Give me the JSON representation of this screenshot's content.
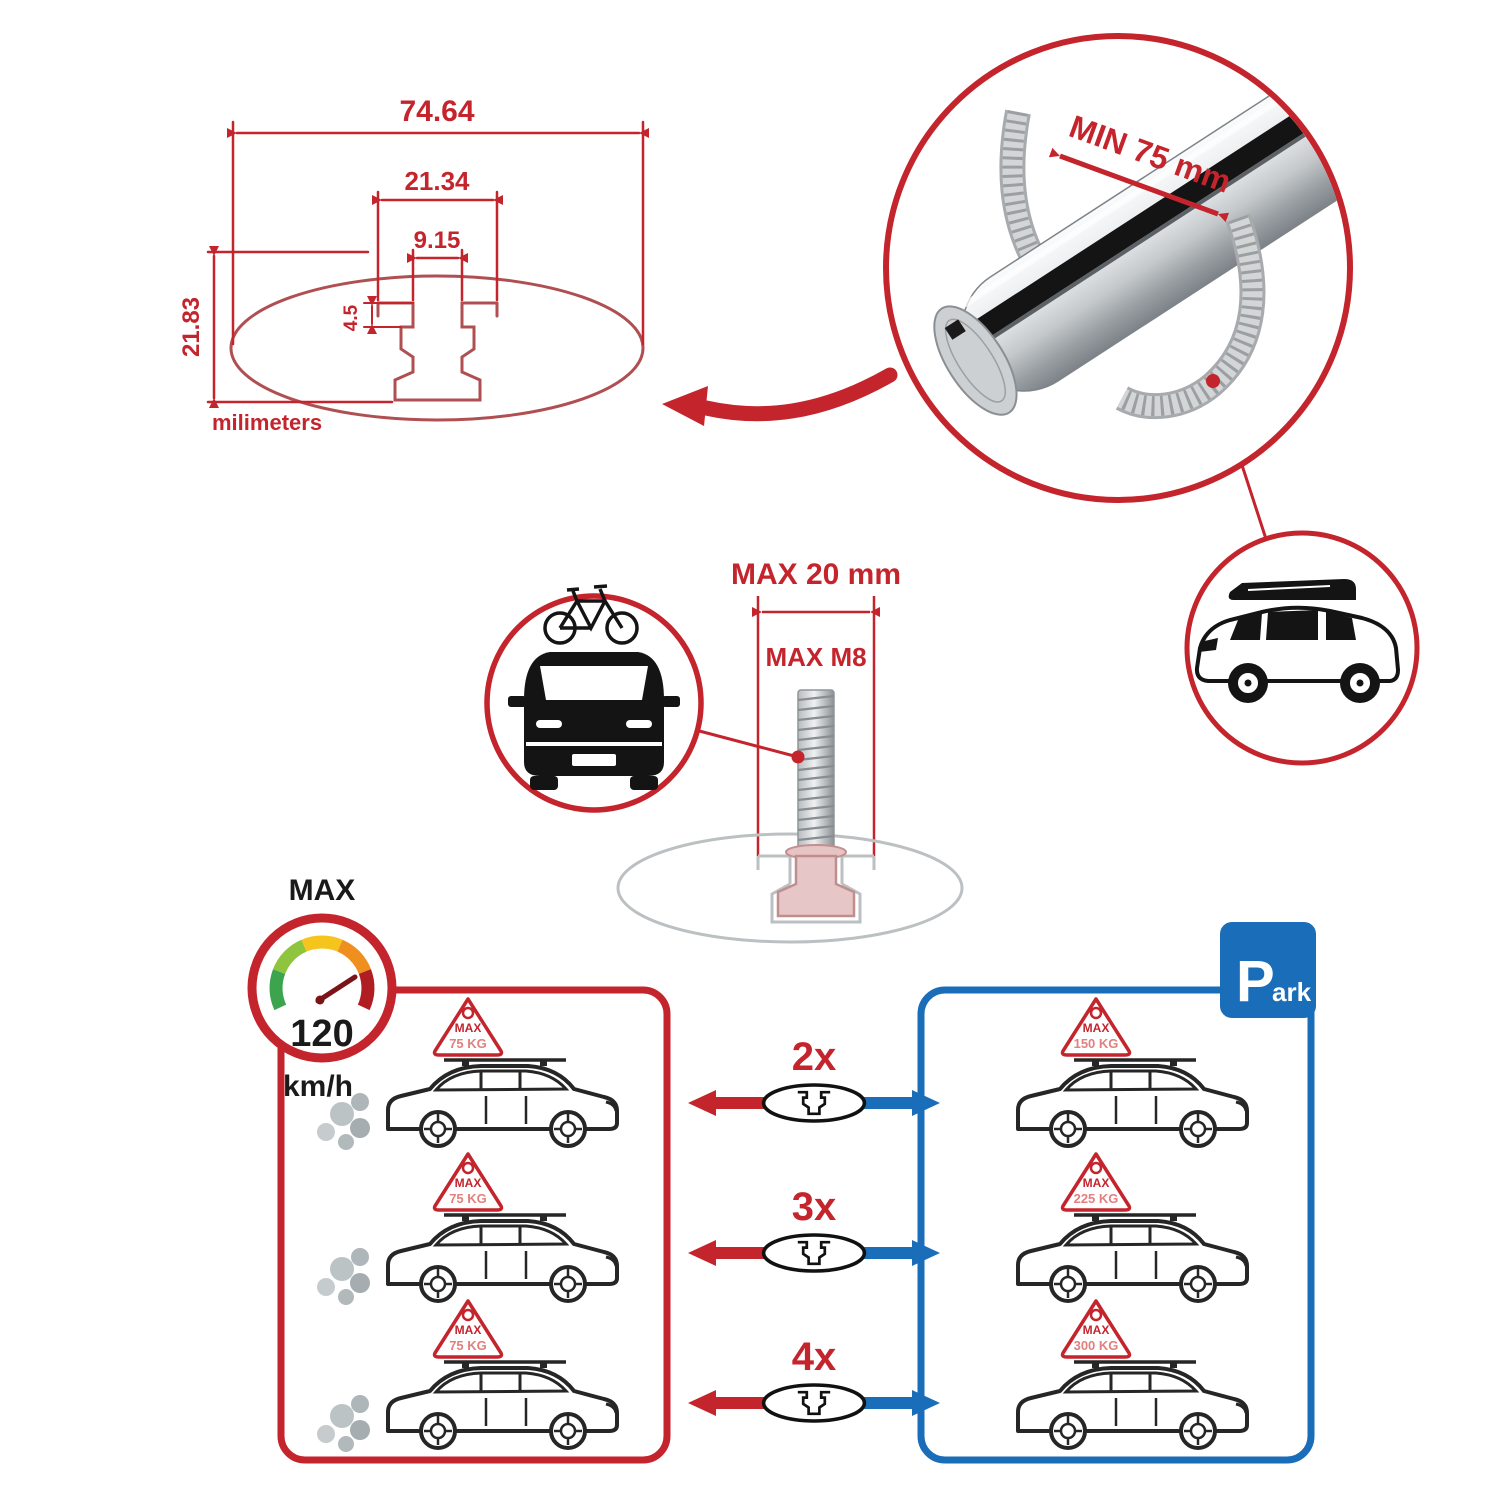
{
  "colors": {
    "red": "#c4242c",
    "blue": "#1a6db8",
    "pink": "#e2807f"
  },
  "tech_drawing": {
    "dim_overall_width": "74.64",
    "dim_outer_slot": "21.34",
    "dim_inner_slot": "9.15",
    "dim_lip_depth": "4.5",
    "dim_height": "21.83",
    "units_note": "milimeters"
  },
  "bar_detail": {
    "min_span": "MIN 75 mm"
  },
  "bolt_detail": {
    "max_width": "MAX 20 mm",
    "max_thread": "MAX M8"
  },
  "speed_badge": {
    "title": "MAX",
    "value": "120",
    "units": "km/h"
  },
  "driving_panel": {
    "cars": [
      {
        "flag_title": "MAX",
        "flag_load": "75 KG"
      },
      {
        "flag_title": "MAX",
        "flag_load": "75 KG"
      },
      {
        "flag_title": "MAX",
        "flag_load": "75 KG"
      }
    ]
  },
  "bar_counts": [
    {
      "label": "2x"
    },
    {
      "label": "3x"
    },
    {
      "label": "4x"
    }
  ],
  "parking_panel": {
    "sign_p": "P",
    "sign_rest": "ark",
    "cars": [
      {
        "flag_title": "MAX",
        "flag_load": "150 KG"
      },
      {
        "flag_title": "MAX",
        "flag_load": "225 KG"
      },
      {
        "flag_title": "MAX",
        "flag_load": "300 KG"
      }
    ]
  }
}
